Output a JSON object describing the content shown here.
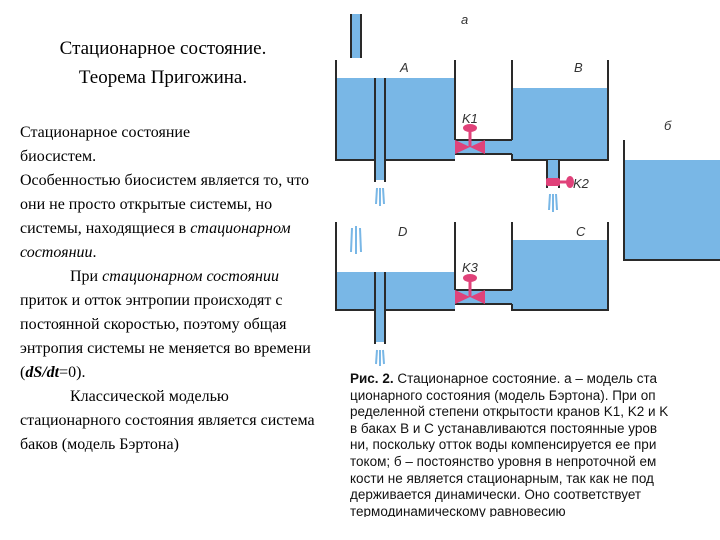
{
  "title": {
    "line1": "Стационарное  состояние.",
    "line2": "Теорема Пригожина."
  },
  "body": {
    "heading1": "Стационарное состояние",
    "heading2": "биосистем.",
    "p1_a": "Особенностью биосистем является то, что они не просто открытые системы, но системы, находящиеся в ",
    "p1_em": "стационарном состоянии",
    "p1_b": ".",
    "p2_a": "При ",
    "p2_em": "стационарном состоянии",
    "p2_b": " приток и отток энтропии происходят с постоянной скоростью, поэтому общая энтропия системы не меняется во времени (",
    "p2_formula": "dS/dt",
    "p2_c": "=0).",
    "p3": "Классической моделью стационарного состояния является система баков (модель Бэртона)"
  },
  "figure": {
    "panel_a": "а",
    "panel_b": "б",
    "tank_a": "A",
    "tank_b": "B",
    "tank_c": "C",
    "tank_d": "D",
    "valve_k1": "K1",
    "valve_k2": "K2",
    "valve_k3": "K3",
    "water_color": "#79b7e6",
    "wall_color": "#2a2a2a",
    "valve_color": "#e0427a"
  },
  "caption": {
    "label": "Рис. 2.",
    "lines": [
      " Стационарное состояние. а – модель ста",
      "ционарного состояния (модель Бэртона). При оп",
      "ределенной степени открытости кранов K1, K2 и K",
      "в баках B и C устанавливаются постоянные уров",
      "ни, поскольку отток воды компенсируется ее при",
      "током; б – постоянство уровня в непроточной ем",
      "кости не является стационарным, так как не под",
      "держивается динамически.  Оно  соответствует",
      "термодинамическому равновесию"
    ]
  }
}
